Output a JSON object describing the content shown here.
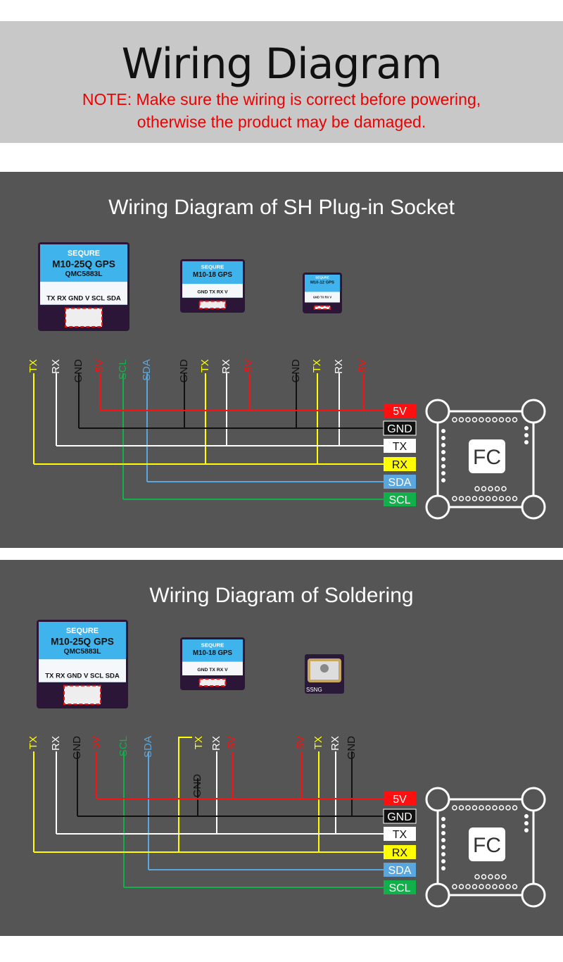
{
  "header": {
    "title": "Wiring Diagram",
    "note_line1": "NOTE: Make sure the wiring is correct before powering,",
    "note_line2": "otherwise the product may be damaged."
  },
  "colors": {
    "TX": "#ffff00",
    "RX": "#ffffff",
    "GND": "#111111",
    "5V": "#ff1010",
    "SCL": "#12b04a",
    "SDA": "#5aa7e0",
    "panel": "#555555"
  },
  "fc": {
    "label": "FC",
    "pins": [
      "5V",
      "GND",
      "TX",
      "RX",
      "SDA",
      "SCL"
    ]
  },
  "panels": [
    {
      "title": "Wiring Diagram of SH Plug-in Socket",
      "modules": [
        {
          "brand": "SEQURE",
          "model": "M10-25Q GPS",
          "sub": "QMC5883L",
          "pins": "TX RX GND V SCL SDA"
        },
        {
          "brand": "SEQURE",
          "model": "M10-18 GPS",
          "sub": "",
          "pins": "GND TX RX V"
        },
        {
          "brand": "SEQURE",
          "model": "M10-12 GPS",
          "sub": "",
          "pins": "GND TX RX V"
        }
      ],
      "wires": [
        "TX",
        "RX",
        "GND",
        "5V",
        "SCL",
        "SDA",
        "GND",
        "TX",
        "RX",
        "5V",
        "GND",
        "TX",
        "RX",
        "5V"
      ]
    },
    {
      "title": "Wiring Diagram of Soldering",
      "modules": [
        {
          "brand": "SEQURE",
          "model": "M10-25Q GPS",
          "sub": "QMC5883L",
          "pins": "TX RX GND V SCL SDA"
        },
        {
          "brand": "SEQURE",
          "model": "M10-18 GPS",
          "sub": "",
          "pins": "GND TX RX V"
        },
        {
          "brand": "",
          "model": "",
          "sub": "",
          "pins": "",
          "silk": "SSNG"
        }
      ],
      "wires": [
        "TX",
        "RX",
        "GND",
        "5V",
        "SCL",
        "SDA",
        "TX",
        "GND",
        "RX",
        "5V",
        "5V",
        "TX",
        "RX",
        "GND"
      ]
    }
  ]
}
